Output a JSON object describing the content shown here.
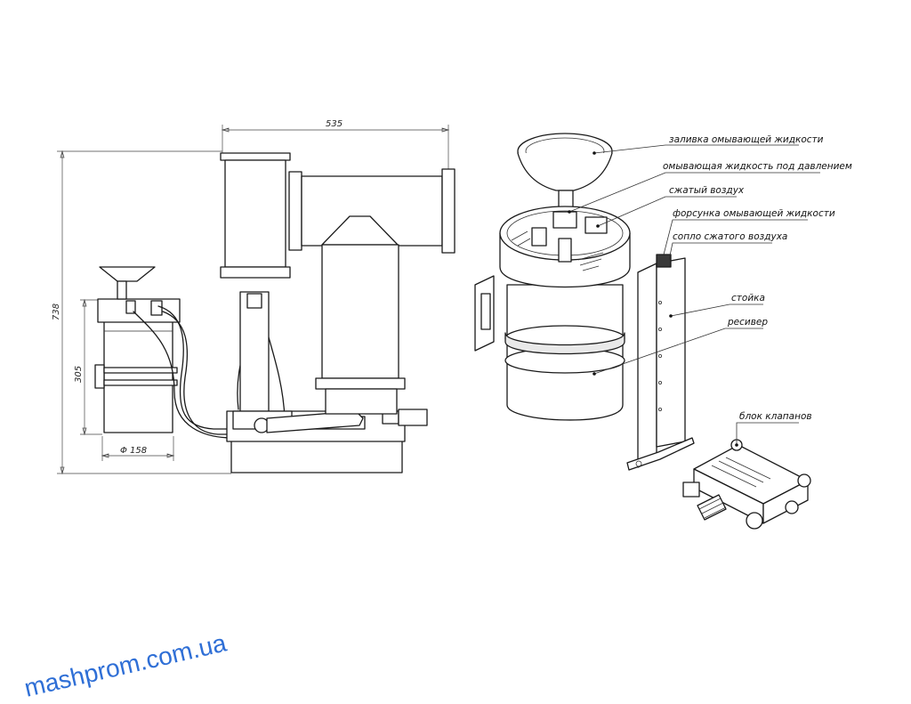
{
  "dimensions": {
    "width": "535",
    "height_total": "738",
    "height_receiver": "305",
    "diameter": "Φ 158"
  },
  "callouts": [
    {
      "id": "fill",
      "text": "заливка омывающей жидкости"
    },
    {
      "id": "pressure",
      "text": "омывающая жидкость под давлением"
    },
    {
      "id": "air",
      "text": "сжатый воздух"
    },
    {
      "id": "nozzle_fluid",
      "text": "форсунка омывающей жидкости"
    },
    {
      "id": "nozzle_air",
      "text": "сопло сжатого воздуха"
    },
    {
      "id": "stand",
      "text": "стойка"
    },
    {
      "id": "receiver",
      "text": "ресивер"
    },
    {
      "id": "valve_block",
      "text": "блок клапанов"
    }
  ],
  "watermark": "mashprom.com.ua",
  "colors": {
    "line": "#1a1a1a",
    "watermark": "#2f6fd6"
  }
}
